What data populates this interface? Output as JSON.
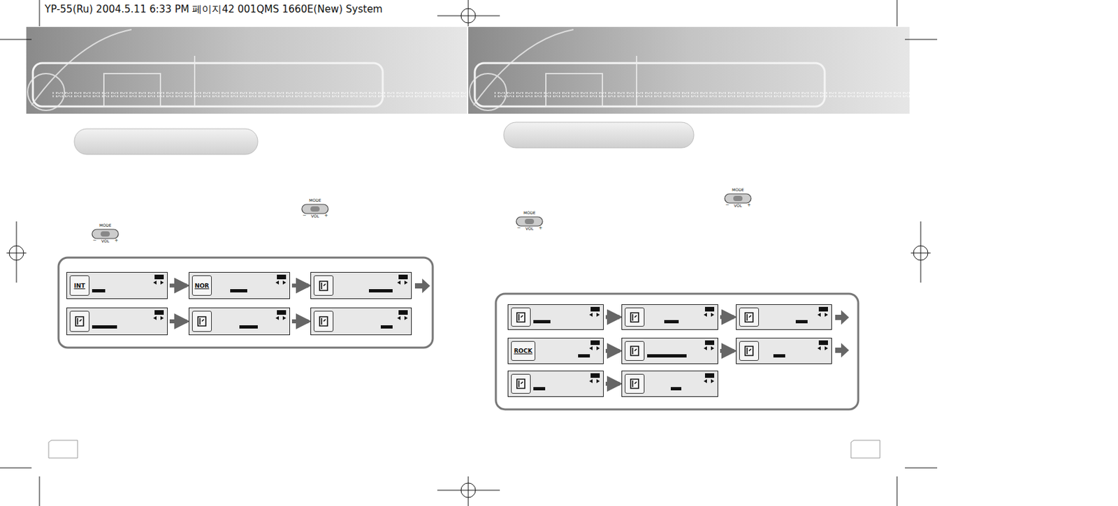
{
  "diagram": {
    "nodes": [
      {
        "text": [
          "INT"
        ]
      },
      {
        "text": [
          "NOR"
        ]
      },
      {
        "text": []
      },
      {
        "text": []
      },
      {
        "text": []
      },
      {
        "text": []
      },
      {
        "text": []
      },
      {
        "text": []
      },
      {
        "text": []
      },
      {
        "text": [
          "ROCK"
        ]
      },
      {
        "text": []
      },
      {
        "text": []
      },
      {
        "text": []
      },
      {
        "text": []
      }
    ],
    "edges": [
      {
        "from": 0,
        "to": 1,
        "arrow": "to"
      },
      {
        "from": 1,
        "to": 2,
        "arrow": "to"
      },
      {
        "from": 3,
        "to": 4,
        "arrow": "to"
      },
      {
        "from": 4,
        "to": 5,
        "arrow": "to"
      },
      {
        "from": 6,
        "to": 7,
        "arrow": "to"
      },
      {
        "from": 7,
        "to": 8,
        "arrow": "to"
      },
      {
        "from": 9,
        "to": 10,
        "arrow": "to"
      },
      {
        "from": 10,
        "to": 11,
        "arrow": "to"
      },
      {
        "from": 12,
        "to": 13,
        "arrow": "to"
      }
    ],
    "labels": [
      "YP-55(Ru) 2004.5.11 6:33 PM 페이지42 001QMS 1660E(New) System",
      "MODE",
      "VOL",
      "−",
      "+",
      "MODE",
      "VOL",
      "−",
      "+",
      "MODE",
      "VOL",
      "−",
      "+",
      "MODE",
      "VOL",
      "−",
      "+"
    ]
  }
}
